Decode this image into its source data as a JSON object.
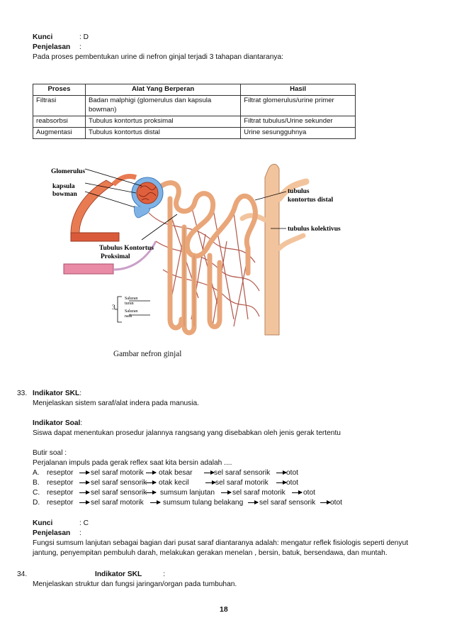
{
  "answer_top": {
    "kunci_label": "Kunci",
    "kunci_value": ": D",
    "penjelasan_label": "Penjelasan",
    "penjelasan_colon": ":",
    "intro": "Pada proses pembentukan urine di nefron ginjal terjadi 3 tahapan diantaranya:"
  },
  "table": {
    "headers": [
      "Proses",
      "Alat Yang Berperan",
      "Hasil"
    ],
    "rows": [
      [
        "Filtrasi",
        "Badan malphigi (glomerulus dan kapsula bowman)",
        "Filtrat glomerulus/urine primer"
      ],
      [
        "reabsorbsi",
        "Tubulus kontortus proksimal",
        "Filtrat tubulus/Urine sekunder"
      ],
      [
        "Augmentasi",
        "Tubulus kontortus distal",
        "Urine sesungguhnya"
      ]
    ]
  },
  "diagram": {
    "labels": {
      "glomerulus": "Glomerulus",
      "kapsula": "kapsula",
      "bowman": "bowman",
      "tubulus_proksimal_1": "Tubulus Kontortus",
      "tubulus_proksimal_2": "Proksimal",
      "tubulus_distal_1": "tubulus",
      "tubulus_distal_2": "kontortus distal",
      "kolektivus": "tubulus kolektivus",
      "three": "3",
      "saluran_turun_1": "Saluran",
      "saluran_turun_2": "turun",
      "saluran_naik_1": "Saluran",
      "saluran_naik_2": "naik"
    },
    "caption": "Gambar nefron ginjal",
    "colors": {
      "tubule": "#e9a679",
      "artery": "#d95a3a",
      "vein": "#e98aa6",
      "capsule": "#7fb3e6",
      "collecting": "#f2c49d"
    }
  },
  "q33": {
    "number": "33.",
    "indikator_skl_label": "Indikator SKL",
    "indikator_skl_colon": ":",
    "indikator_skl_text": "Menjelaskan sistem saraf/alat indera pada manusia.",
    "indikator_soal_label": "Indikator Soal",
    "indikator_soal_colon": ":",
    "indikator_soal_text": "Siswa dapat menentukan prosedur jalannya rangsang yang disebabkan oleh jenis gerak tertentu",
    "butir_soal": "Butir soal :",
    "question": "Perjalanan impuls pada gerak reflex saat kita bersin adalah ....",
    "options": [
      {
        "letter": "A.",
        "parts": [
          "reseptor",
          "sel saraf motorik",
          "otak besar",
          "sel saraf sensorik",
          "otot"
        ]
      },
      {
        "letter": "B.",
        "parts": [
          "reseptor",
          "sel saraf sensorik",
          "otak kecil",
          "sel saraf motorik",
          "otot"
        ]
      },
      {
        "letter": "C.",
        "parts": [
          "reseptor",
          "sel saraf sensorik",
          "sumsum lanjutan",
          "sel saraf motorik",
          "otot"
        ]
      },
      {
        "letter": "D.",
        "parts": [
          "reseptor",
          "sel saraf motorik",
          "sumsum tulang belakang",
          "sel saraf sensorik",
          "otot"
        ]
      }
    ],
    "kunci_label": "Kunci",
    "kunci_value": ": C",
    "penjelasan_label": "Penjelasan",
    "penjelasan_colon": ":",
    "penjelasan_line1": "Fungsi sumsum lanjutan sebagai bagian dari pusat saraf diantaranya adalah: mengatur reflek fisiologis seperti denyut",
    "penjelasan_line2": "jantung, penyempitan pembuluh darah, melakukan gerakan menelan , bersin, batuk, bersendawa, dan muntah."
  },
  "q34": {
    "number": "34.",
    "indikator_skl_label": "Indikator SKL",
    "indikator_skl_colon": ":",
    "indikator_skl_text": "Menjelaskan struktur dan fungsi jaringan/organ pada tumbuhan."
  },
  "page_number": "18"
}
